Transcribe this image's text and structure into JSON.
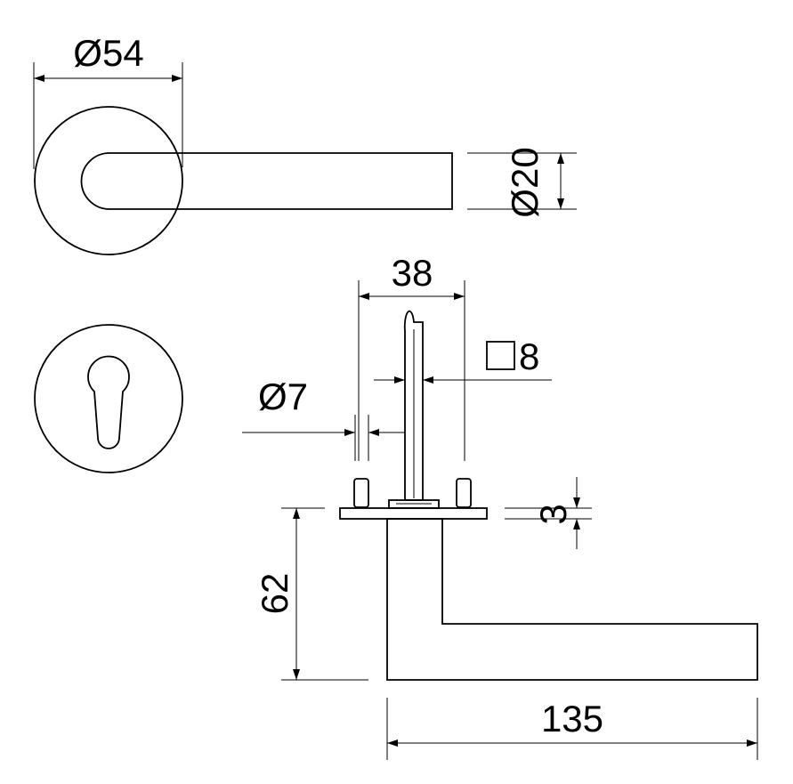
{
  "dimensions": {
    "rose_diameter": "Ø54",
    "lever_diameter": "Ø20",
    "spindle_length": "38",
    "square_spindle": "8",
    "screw_diameter": "Ø7",
    "plate_thickness": "3",
    "lever_height": "62",
    "lever_length": "135"
  },
  "colors": {
    "line": "#000000",
    "background": "#ffffff"
  }
}
